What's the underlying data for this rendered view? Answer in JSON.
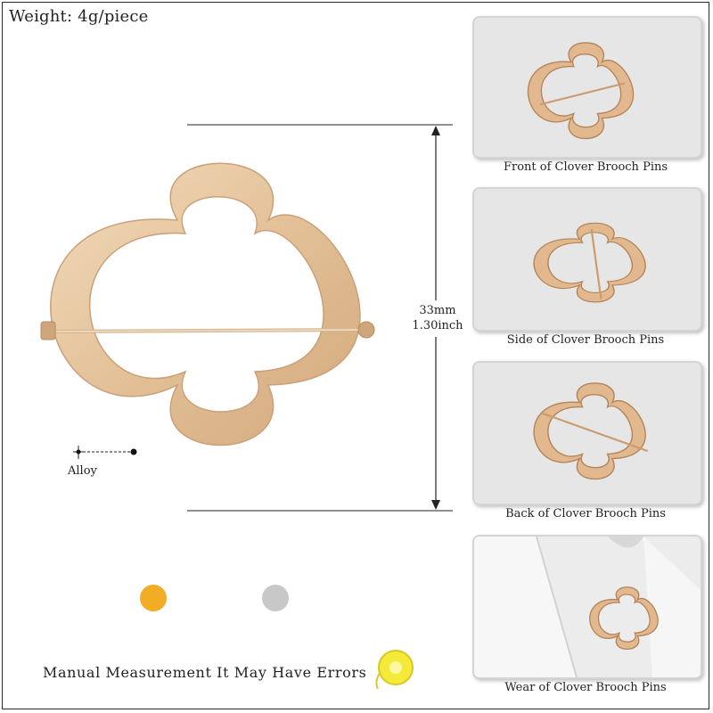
{
  "weight_label": "Weight: 4g/piece",
  "dimension": {
    "mm": "33mm",
    "inch": "1.30inch"
  },
  "material_label": "Alloy",
  "colors": [
    {
      "name": "gold-swatch",
      "hex": "#f3ac26"
    },
    {
      "name": "silver-swatch",
      "hex": "#c8c8c8"
    }
  ],
  "note": "Manual Measurement  It May Have Errors",
  "views": [
    {
      "caption": "Front of Clover Brooch Pins",
      "icon": "front-view-photo"
    },
    {
      "caption": "Side of Clover Brooch Pins",
      "icon": "side-view-photo"
    },
    {
      "caption": "Back of Clover Brooch Pins",
      "icon": "back-view-photo"
    },
    {
      "caption": "Wear of Clover Brooch Pins",
      "icon": "wear-view-photo"
    }
  ]
}
